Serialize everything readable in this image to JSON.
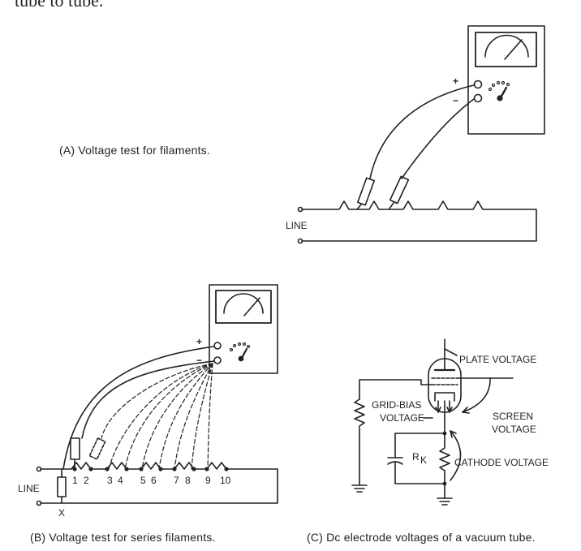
{
  "top_text": "tube to tube.",
  "captions": {
    "a": "(A) Voltage test for filaments.",
    "b": "(B) Voltage test for series filaments.",
    "c": "(C) Dc electrode voltages of a vacuum tube."
  },
  "diagram_a": {
    "plus": "+",
    "minus": "−",
    "line": "LINE"
  },
  "diagram_b": {
    "plus": "+",
    "minus": "−",
    "line": "LINE",
    "x": "X",
    "numbers": [
      "1",
      "2",
      "3",
      "4",
      "5",
      "6",
      "7",
      "8",
      "9",
      "10"
    ]
  },
  "diagram_c": {
    "plate": "PLATE VOLTAGE",
    "grid_bias_1": "GRID-BIAS",
    "grid_bias_2": "VOLTAGE",
    "screen_1": "SCREEN",
    "screen_2": "VOLTAGE",
    "rk": "R",
    "rk_sub": "K",
    "cathode": "CATHODE VOLTAGE"
  }
}
